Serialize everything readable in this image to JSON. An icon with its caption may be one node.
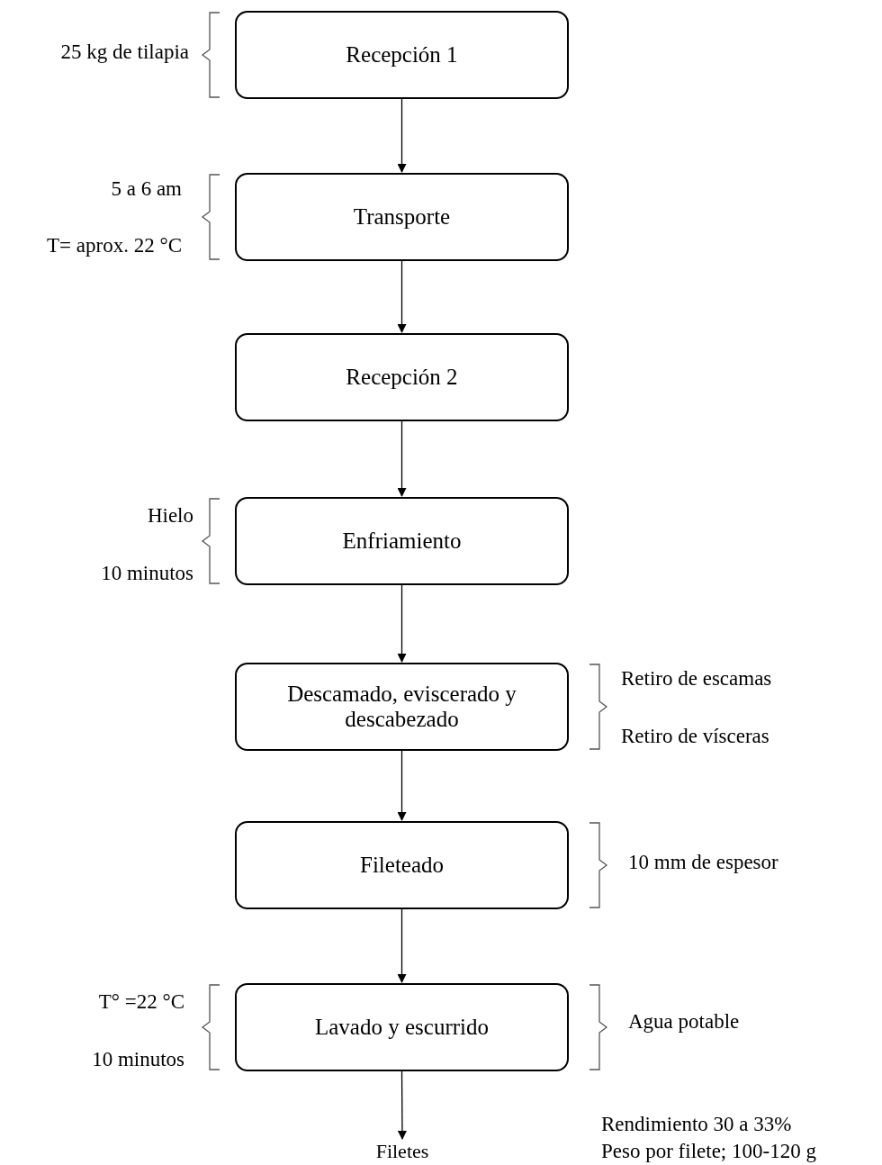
{
  "diagram": {
    "nodes": [
      {
        "text": [
          "Recepción 1"
        ],
        "beside": [
          "25 kg de tilapia"
        ]
      },
      {
        "text": [
          "Transporte"
        ],
        "beside": [
          "5 a 6  am",
          "T= aprox. 22 °C"
        ]
      },
      {
        "text": [
          "Recepción 2"
        ]
      },
      {
        "text": [
          "Enfriamiento"
        ],
        "beside": [
          "Hielo",
          "10 minutos"
        ]
      },
      {
        "text": [
          "Descamado, eviscerado y descabezado"
        ],
        "beside": [
          "Retiro de escamas",
          "Retiro de vísceras"
        ]
      },
      {
        "text": [
          "Fileteado"
        ],
        "beside": [
          "10 mm de espesor"
        ]
      },
      {
        "text": [
          "Lavado y escurrido"
        ],
        "beside": [
          "T° =22 °C",
          "10 minutos",
          "Agua potable"
        ]
      },
      {
        "text": [
          "Filetes"
        ]
      }
    ],
    "edges": [
      {
        "from": 0,
        "to": 1,
        "arrow": "to"
      },
      {
        "from": 1,
        "to": 2,
        "arrow": "to"
      },
      {
        "from": 2,
        "to": 3,
        "arrow": "to"
      },
      {
        "from": 3,
        "to": 4,
        "arrow": "to"
      },
      {
        "from": 4,
        "to": 5,
        "arrow": "to"
      },
      {
        "from": 5,
        "to": 6,
        "arrow": "to"
      },
      {
        "from": 6,
        "to": 7,
        "arrow": "to"
      }
    ],
    "labels": [
      "Rendimiento 30 a 33%",
      "Peso por filete; 100-120  g"
    ]
  }
}
